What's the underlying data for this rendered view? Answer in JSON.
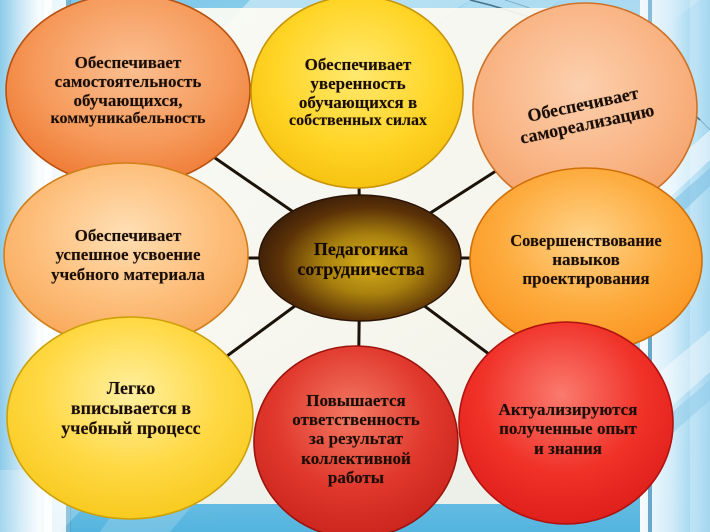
{
  "title": "Педагогика сотрудничества — схема преимуществ",
  "center": {
    "id": "center-node",
    "text": "Педагогика\nсотрудничества",
    "line1": "Педагогика",
    "line2": "сотрудничества",
    "fill_inner": "#c9a41a",
    "fill_outer": "#3a1c05",
    "text_color": "#140800"
  },
  "connector": {
    "color": "#1b1208",
    "width": 3,
    "count": 8
  },
  "background": {
    "base": "#bfe4f6",
    "sky_top": "#8fcdea",
    "band_white": "#ffffff",
    "band_blue": "#5aa8cf",
    "panel": "#fdfbf2",
    "bottom": "#6cc0e4"
  },
  "nodes": [
    {
      "id": "node-independence",
      "position": "top-left",
      "text": "Обеспечивает самостоятельность обучающихся, коммуникабельность",
      "lines": [
        "Обеспечивает",
        "самостоятельность",
        "обучающихся,",
        "коммуникабельность"
      ],
      "fill_inner": "#f8b07a",
      "fill_outer": "#ef7a33",
      "stroke": "#c2530f",
      "font_size": 17,
      "rotation": 0
    },
    {
      "id": "node-confidence",
      "position": "top-center",
      "text": "Обеспечивает уверенность обучающихся в собственных силах",
      "lines": [
        "Обеспечивает",
        "уверенность",
        "обучающихся в",
        "собственных силах"
      ],
      "fill_inner": "#ffe14a",
      "fill_outer": "#f6c21a",
      "stroke": "#cf9a08",
      "font_size": 17,
      "rotation": 0
    },
    {
      "id": "node-selfrealization",
      "position": "top-right",
      "text": "Обеспечивает самореализацию",
      "lines": [
        "Обеспечивает",
        "самореализацию"
      ],
      "fill_inner": "#fbc194",
      "fill_outer": "#f6a263",
      "stroke": "#d2762c",
      "font_size": 18,
      "rotation": -12
    },
    {
      "id": "node-material-mastery",
      "position": "mid-left",
      "text": "Обеспечивает успешное усвоение учебного материала",
      "lines": [
        "Обеспечивает",
        "успешное усвоение",
        "учебного материала"
      ],
      "fill_inner": "#ffd9a4",
      "fill_outer": "#f9a busy",
      "font_size": 17,
      "rotation": 0
    },
    {
      "id": "node-design-skills",
      "position": "mid-right",
      "text": "Совершенствование навыков проектирования",
      "lines": [
        "Совершенствование",
        "навыков",
        "проектирования"
      ],
      "fill_inner": "#ffc76a",
      "fill_outer": "#fb8f22",
      "stroke": "#d9700c",
      "font_size": 17,
      "rotation": 0
    },
    {
      "id": "node-fits-process",
      "position": "bottom-left",
      "text": "Легко вписывается в учебный процесс",
      "lines": [
        "Легко",
        "вписывается в",
        "учебный процесс"
      ],
      "fill_inner": "#ffe98c",
      "fill_outer": "#f6c618",
      "stroke": "#d4a50d",
      "font_size": 18,
      "rotation": 0
    },
    {
      "id": "node-responsibility",
      "position": "bottom-center",
      "text": "Повышается ответственность за результат коллективной работы",
      "lines": [
        "Повышается",
        "ответственность",
        "за результат",
        "коллективной",
        "работы"
      ],
      "fill_inner": "#ef6b5a",
      "fill_outer": "#c8241c",
      "stroke": "#a5150f",
      "font_size": 17,
      "rotation": 0
    },
    {
      "id": "node-actualize-experience",
      "position": "bottom-right",
      "text": "Актуализируются полученные опыт и знания",
      "lines": [
        "Актуализируются",
        "полученные опыт",
        "и знания"
      ],
      "fill_inner": "#f9655e",
      "fill_outer": "#e8201f",
      "stroke": "#bb1210",
      "font_size": 17,
      "rotation": 0
    }
  ]
}
